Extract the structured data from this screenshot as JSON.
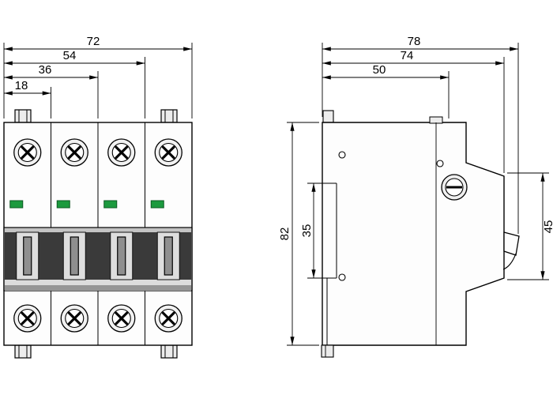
{
  "drawing": {
    "front_view": {
      "dims": {
        "overall_width": "72",
        "three_pole_width": "54",
        "two_pole_width": "36",
        "one_pole_width": "18"
      }
    },
    "side_view": {
      "dims": {
        "overall_depth": "78",
        "body_depth": "74",
        "upper_depth": "50",
        "overall_height": "82",
        "din_recess_height": "35",
        "front_section_height": "45"
      }
    },
    "colors": {
      "line": "#000000",
      "background": "#ffffff",
      "indicator_green": "#1c9a3e",
      "toggle_band_dark": "#3a3a3a",
      "toggle_handle_light": "#dedede"
    }
  }
}
